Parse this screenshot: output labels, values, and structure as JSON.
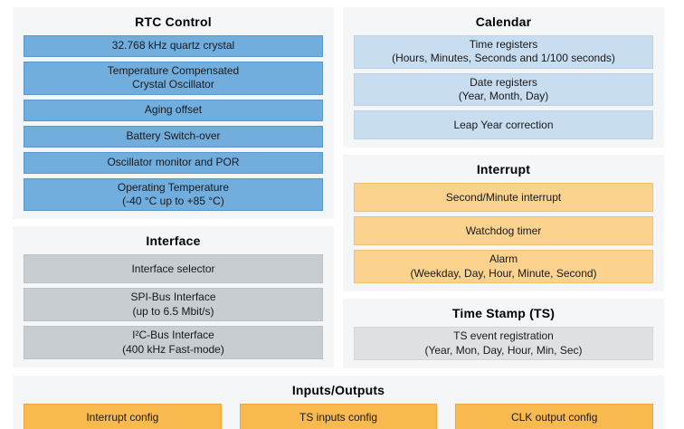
{
  "colors": {
    "rtc_box_blue": "#72aedd",
    "calendar_box_light_blue": "#c9ddf0",
    "interrupt_box_light_orange": "#fbd28e",
    "io_box_orange": "#f8ba4e",
    "interface_box_gray": "#c8cdd1",
    "timestamp_box_light_gray": "#dfe2e5",
    "panel_background": "#f5f6f8",
    "page_background": "#ffffff"
  },
  "rtc_control": {
    "title": "RTC Control",
    "items": [
      "32.768 kHz quartz crystal",
      "Temperature Compensated\nCrystal Oscillator",
      "Aging offset",
      "Battery Switch-over",
      "Oscillator monitor and POR",
      "Operating Temperature\n(-40 °C up to +85 °C)"
    ]
  },
  "interface": {
    "title": "Interface",
    "items": [
      "Interface selector",
      "SPI-Bus Interface\n(up to 6.5 Mbit/s)",
      "I²C-Bus Interface\n(400 kHz Fast-mode)"
    ]
  },
  "calendar": {
    "title": "Calendar",
    "items": [
      "Time registers\n(Hours, Minutes, Seconds and 1/100 seconds)",
      "Date registers\n(Year, Month, Day)",
      "Leap Year correction"
    ]
  },
  "interrupt": {
    "title": "Interrupt",
    "items": [
      "Second/Minute interrupt",
      "Watchdog timer",
      "Alarm\n(Weekday, Day, Hour, Minute, Second)"
    ]
  },
  "time_stamp": {
    "title": "Time Stamp (TS)",
    "items": [
      "TS event registration\n(Year, Mon, Day, Hour, Min, Sec)"
    ]
  },
  "inputs_outputs": {
    "title": "Inputs/Outputs",
    "items": [
      "Interrupt config",
      "TS inputs config",
      "CLK output config"
    ]
  }
}
